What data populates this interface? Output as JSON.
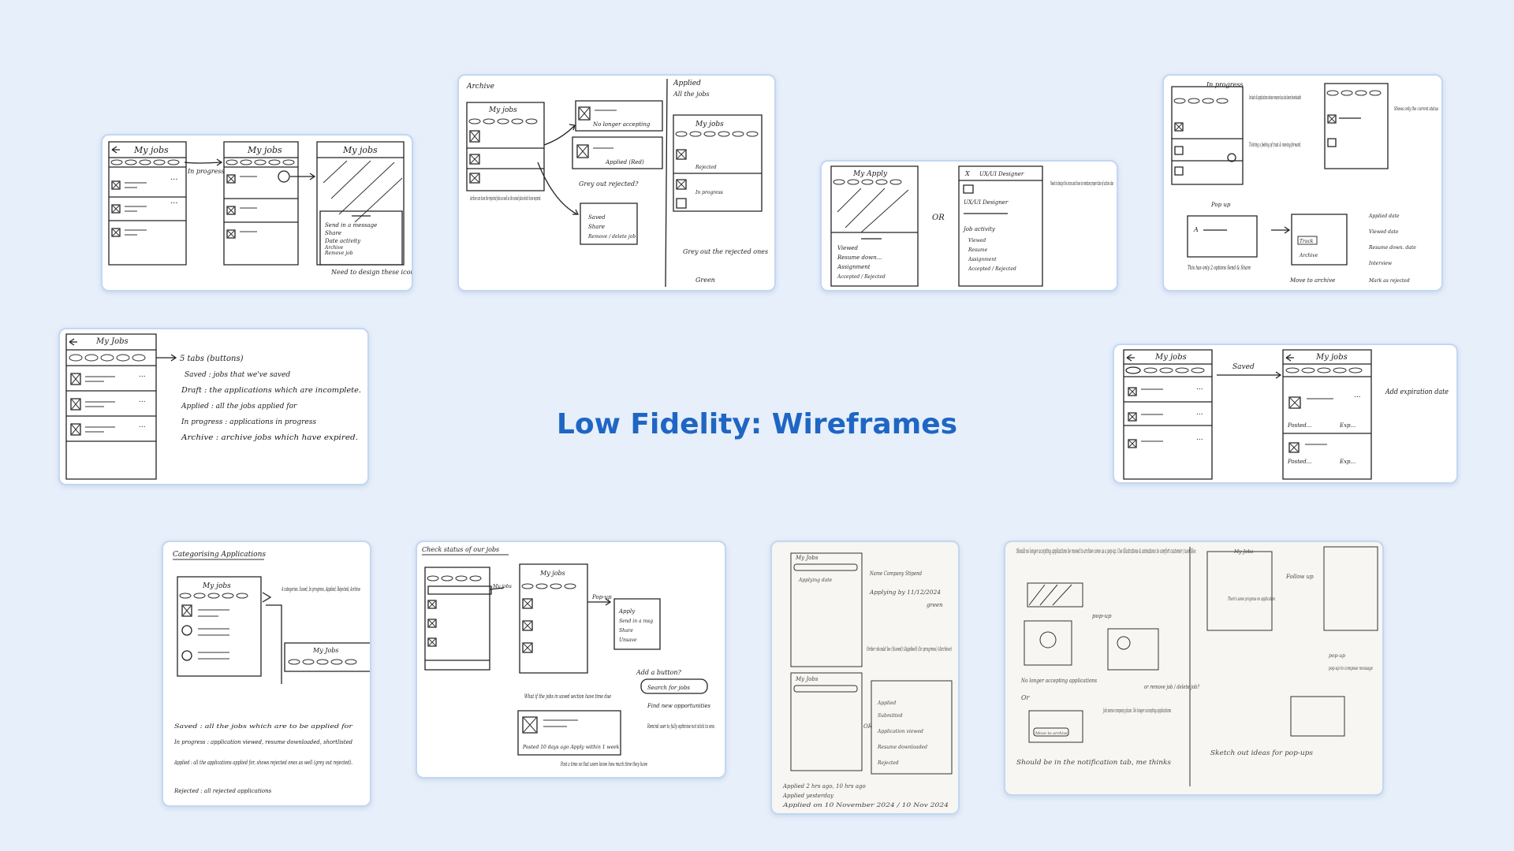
{
  "title": "Low Fidelity: Wireframes",
  "colors": {
    "background": "#e6effa",
    "card_border": "#c3d7f2",
    "title": "#1f66c4"
  },
  "cards": {
    "s1": {
      "screen1_title": "My jobs",
      "screen2_title": "My jobs",
      "screen3_title": "My jobs",
      "arrow_label": "In progress",
      "menu_items": [
        "Send in a message",
        "Share",
        "Date activity",
        "Archive",
        "Remove job"
      ],
      "note": "Need to design these icons"
    },
    "s2": {
      "archive_heading": "Archive",
      "applied_heading": "Applied",
      "applied_sub": "All the jobs",
      "screen_title": "My jobs",
      "screen_title2": "My jobs",
      "card_no_longer": "No longer accepting",
      "card_applied": "Applied (Red)",
      "grey_out": "Grey out rejected?",
      "archive_note": "Archive can have the rejected jobs as well as the saved jobs which have expired.",
      "menu_items": [
        "Saved",
        "Share",
        "Remove / delete job"
      ],
      "status_rejected": "Rejected",
      "status_in_progress": "In progress",
      "grey_note": "Grey out the rejected ones",
      "green_note": "Green"
    },
    "s3": {
      "screen1_title": "My Apply",
      "or": "OR",
      "screen2_title": "UX/UI Designer",
      "role": "UX/UI Designer",
      "activity": "Job activity",
      "list1": [
        "Viewed",
        "Resume down...",
        "Assignment",
        "Accepted / Rejected"
      ],
      "list2": [
        "Viewed",
        "Resume",
        "Assignment",
        "Accepted / Rejected"
      ],
      "note": "Need to design the icons and have to mention proper date of action also"
    },
    "s4": {
      "heading": "In progress",
      "note1": "Include all applications whose resume has also been downloaded",
      "note2": "To bring a feeling of trust & moving forward.",
      "note3": "Shows only the current status",
      "popup": "Pop up",
      "popup_note": "This has only 2 options Send & Share",
      "track": "Track",
      "archive": "Archive",
      "move": "Move to archive",
      "side_list": [
        "Applied date",
        "Viewed date",
        "Resume down. date",
        "Interview",
        "Mark as rejected"
      ]
    },
    "s5": {
      "screen_title": "My Jobs",
      "tabs_note": "5 tabs (buttons)",
      "lines": [
        "Saved : jobs that we've saved",
        "Draft : the applications which are incomplete.",
        "Applied : all the jobs applied for",
        "In progress : applications in progress",
        "Archive : archive jobs which have expired."
      ]
    },
    "s6": {
      "screen1_title": "My jobs",
      "screen2_title": "My jobs",
      "arrow_label": "Saved",
      "posted": "Posted...",
      "exp": "Exp...",
      "note": "Add expiration date"
    },
    "s7": {
      "heading": "Categorising Applications",
      "screen_title": "My jobs",
      "screen2_title": "My Jobs",
      "categories": "4 categories. Saved, In progress, Applied, Rejected, Archive",
      "lines": [
        "Saved : all the jobs which are to be applied for",
        "In progress : application viewed, resume downloaded, shortlisted",
        "Applied : all the applications applied for, shows rejected ones as well (grey out rejected).",
        "Rejected : all rejected applications"
      ]
    },
    "s8": {
      "heading": "Check status of our jobs",
      "screen1_title": "My jobs",
      "screen2_title": "My jobs",
      "popup_label": "Pop-up",
      "popup_items": [
        "Apply",
        "Send in a msg",
        "Share",
        "Unsave"
      ],
      "question": "Add a button?",
      "search": "Search for jobs",
      "find_note": "Find new opportunities",
      "remind_note": "Remind user to fully optimise not stick to one.",
      "what_if": "What if the jobs in saved section have time due",
      "posted_line": "Posted 10 days ago  Apply within 1 week",
      "post_note": "Post a time so that users know how much time they have"
    },
    "s9": {
      "screen_title": "My Jobs",
      "screen_title2": "My Jobs",
      "applying": "Applying date",
      "notes": [
        "Name Company Stipend",
        "Applying by 11/12/2024",
        "green"
      ],
      "order_note": "Order should be (Saved) (Applied) (In progress) (Archive)",
      "or": "OR",
      "list": [
        "Applied",
        "Submitted",
        "Application viewed",
        "Resume downloaded",
        "Rejected"
      ],
      "footer": [
        "Applied 2 hrs ago, 10 hrs ago",
        "Applied yesterday",
        "Applied on 10 November 2024 / 10 Nov 2024"
      ]
    },
    "s10": {
      "top_note": "Should no longer accepting applications be moved to archive come as a pop-up. Use illustrations & animations to comfort customer / user like:",
      "screen_title": "My Jobs",
      "move_label": "Move to archive",
      "or": "Or",
      "popup": "pop-up",
      "popup2": "pop-up",
      "caption1": "No longer accepting applications",
      "caption2": "or remove job / delete job?",
      "follow_up": "Follow up",
      "there_note": "There's some progress on application",
      "compose": "pop-up to compose message",
      "job_note": "Job name company place. No longer accepting applications",
      "bottom_note": "Should be in the notification tab, me thinks",
      "sketch_note": "Sketch out ideas for pop-ups"
    }
  }
}
